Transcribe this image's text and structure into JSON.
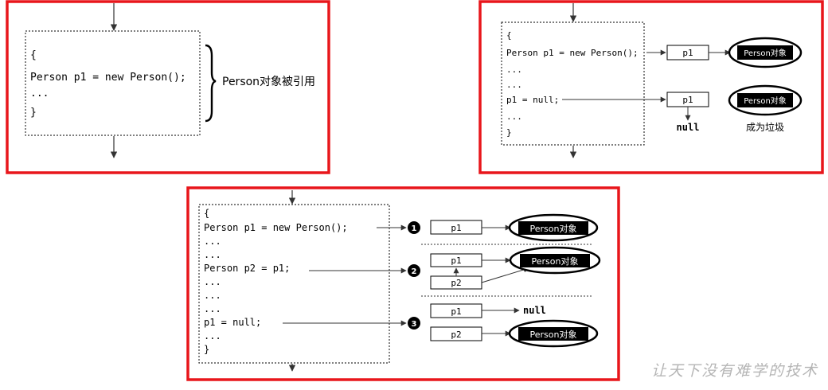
{
  "colors": {
    "frame": "#e8161b",
    "line": "#333333",
    "ink": "#000000",
    "watermark": "#b5b5b5"
  },
  "icons": [
    "down-arrow-icon",
    "right-arrow-icon",
    "curly-brace-icon",
    "step-marker-icon"
  ],
  "panel1": {
    "code": [
      "{",
      "Person p1 = new Person();",
      "...",
      "}"
    ],
    "note": "Person对象被引用"
  },
  "panel2": {
    "code": [
      "{",
      "Person p1 = new Person();",
      "...",
      "...",
      "p1 = null;",
      "...",
      "}"
    ],
    "ref1": "p1",
    "ref2": "p1",
    "object1": "Person对象",
    "object2": "Person对象",
    "null_label": "null",
    "garbage_label": "成为垃圾"
  },
  "panel3": {
    "code": [
      "{",
      "Person p1 = new Person();",
      "...",
      "...",
      "Person p2 = p1;",
      "...",
      "...",
      "...",
      "p1  = null;",
      "...",
      "}"
    ],
    "step1": "1",
    "step2": "2",
    "step3": "3",
    "s1_ref": "p1",
    "s1_object": "Person对象",
    "s2_ref1": "p1",
    "s2_ref2": "p2",
    "s2_object": "Person对象",
    "s3_ref1": "p1",
    "s3_null": "null",
    "s3_ref2": "p2",
    "s3_object": "Person对象"
  },
  "watermark": "让天下没有难学的技术"
}
